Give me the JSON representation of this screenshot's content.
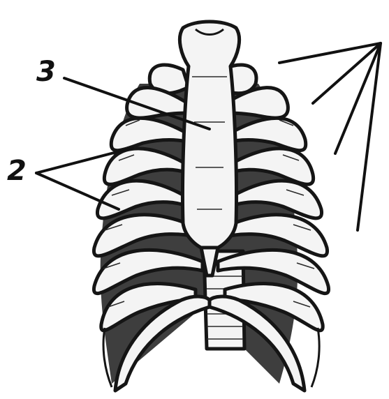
{
  "figure": {
    "subject": "",
    "labels": [
      {
        "id": "label-2",
        "text": "2"
      },
      {
        "id": "label-3",
        "text": "3"
      }
    ],
    "colors": {
      "ink": "#151515",
      "bone": "#f4f4f4",
      "background": "#ffffff"
    }
  }
}
